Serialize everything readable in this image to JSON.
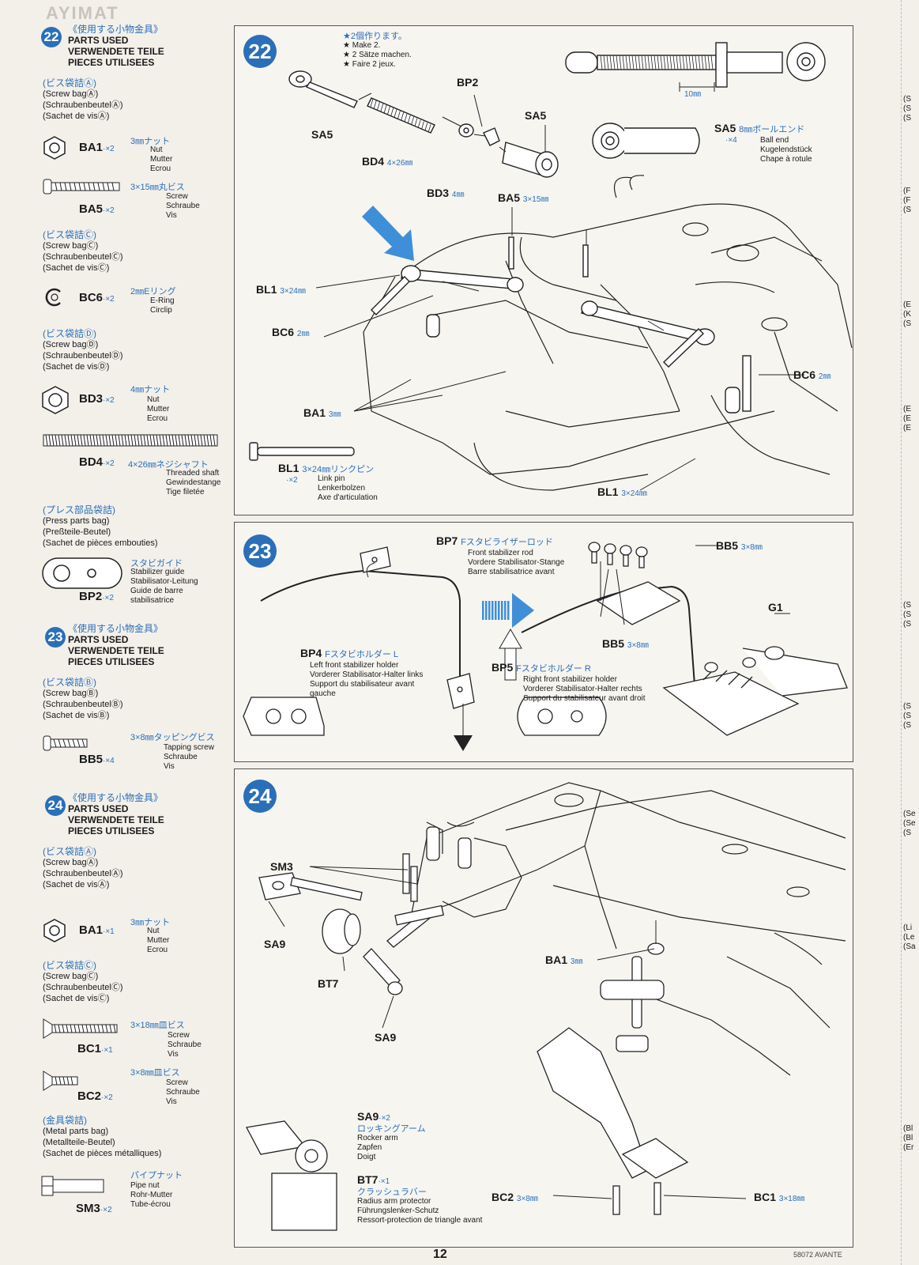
{
  "header": {
    "title": "AYIMAT"
  },
  "left": {
    "s22": {
      "num": "22",
      "title_jp": "《使用する小物金具》",
      "title_lines": [
        "PARTS USED",
        "VERWENDETE TEILE",
        "PIECES UTILISEES"
      ],
      "bag_a": {
        "jp": "(ビス袋詰Ⓐ)",
        "en": "(Screw bagⒶ)",
        "de": "(SchraubenbeutelⒶ)",
        "fr": "(Sachet de visⒶ)"
      },
      "ba1": {
        "code": "BA1",
        "qty": "·×2",
        "jp": "3㎜ナット",
        "tr": [
          "Nut",
          "Mutter",
          "Ecrou"
        ]
      },
      "ba5": {
        "code": "BA5",
        "qty": "·×2",
        "jp": "3×15㎜丸ビス",
        "tr": [
          "Screw",
          "Schraube",
          "Vis"
        ]
      },
      "bag_c": {
        "jp": "(ビス袋詰Ⓒ)",
        "en": "(Screw bagⒸ)",
        "de": "(SchraubenbeutelⒸ)",
        "fr": "(Sachet de visⒸ)"
      },
      "bc6": {
        "code": "BC6",
        "qty": "·×2",
        "jp": "2㎜Eリング",
        "tr": [
          "E-Ring",
          "Circlip"
        ]
      },
      "bag_d": {
        "jp": "(ビス袋詰Ⓓ)",
        "en": "(Screw bagⒹ)",
        "de": "(SchraubenbeutelⒹ)",
        "fr": "(Sachet de visⒹ)"
      },
      "bd3": {
        "code": "BD3",
        "qty": "·×2",
        "jp": "4㎜ナット",
        "tr": [
          "Nut",
          "Mutter",
          "Ecrou"
        ]
      },
      "bd4": {
        "code": "BD4",
        "qty": "·×2",
        "jp": "4×26㎜ネジシャフト",
        "tr": [
          "Threaded shaft",
          "Gewindestange",
          "Tige filetée"
        ]
      },
      "bag_p": {
        "jp": "(プレス部品袋詰)",
        "en": "(Press parts bag)",
        "de": "(Preßteile-Beutel)",
        "fr": "(Sachet de pièces embouties)"
      },
      "bp2": {
        "code": "BP2",
        "qty": "·×2",
        "jp": "スタビガイド",
        "tr": [
          "Stabilizer guide",
          "Stabilisator-Leitung",
          "Guide de barre",
          "stabilisatrice"
        ]
      }
    },
    "s23": {
      "num": "23",
      "title_jp": "《使用する小物金具》",
      "title_lines": [
        "PARTS USED",
        "VERWENDETE TEILE",
        "PIECES UTILISEES"
      ],
      "bag_b": {
        "jp": "(ビス袋詰Ⓑ)",
        "en": "(Screw bagⒷ)",
        "de": "(SchraubenbeutelⒷ)",
        "fr": "(Sachet de visⒷ)"
      },
      "bb5": {
        "code": "BB5",
        "qty": "·×4",
        "jp": "3×8㎜タッピングビス",
        "tr": [
          "Tapping screw",
          "Schraube",
          "Vis"
        ]
      }
    },
    "s24": {
      "num": "24",
      "title_jp": "《使用する小物金具》",
      "title_lines": [
        "PARTS USED",
        "VERWENDETE TEILE",
        "PIECES UTILISEES"
      ],
      "bag_a": {
        "jp": "(ビス袋詰Ⓐ)",
        "en": "(Screw bagⒶ)",
        "de": "(SchraubenbeutelⒶ)",
        "fr": "(Sachet de visⒶ)"
      },
      "ba1": {
        "code": "BA1",
        "qty": "·×1",
        "jp": "3㎜ナット",
        "tr": [
          "Nut",
          "Mutter",
          "Ecrou"
        ]
      },
      "bag_c": {
        "jp": "(ビス袋詰Ⓒ)",
        "en": "(Screw bagⒸ)",
        "de": "(SchraubenbeutelⒸ)",
        "fr": "(Sachet de visⒸ)"
      },
      "bc1": {
        "code": "BC1",
        "qty": "·×1",
        "jp": "3×18㎜皿ビス",
        "tr": [
          "Screw",
          "Schraube",
          "Vis"
        ]
      },
      "bc2": {
        "code": "BC2",
        "qty": "·×2",
        "jp": "3×8㎜皿ビス",
        "tr": [
          "Screw",
          "Schraube",
          "Vis"
        ]
      },
      "bag_m": {
        "jp": "(金具袋詰)",
        "en": "(Metal parts bag)",
        "de": "(Metallteile-Beutel)",
        "fr": "(Sachet de pièces métalliques)"
      },
      "sm3": {
        "code": "SM3",
        "qty": "·×2",
        "jp": "パイプナット",
        "tr": [
          "Pipe nut",
          "Rohr-Mutter",
          "Tube-écrou"
        ]
      }
    }
  },
  "p22": {
    "num": "22",
    "make_note": {
      "jp": "★2個作ります。",
      "lines": [
        "★ Make 2.",
        "★ 2 Sätze machen.",
        "★ Faire 2 jeux."
      ]
    },
    "dim": "10㎜",
    "labels": {
      "bp2": "BP2",
      "sa5a": "SA5",
      "sa5b": "SA5",
      "bd4": "BD4",
      "bd4_sz": "4×26㎜",
      "bd3": "BD3",
      "bd3_sz": "4㎜",
      "ba5": "BA5",
      "ba5_sz": "3×15㎜",
      "bl1a": "BL1",
      "bl1a_sz": "3×24㎜",
      "bc6a": "BC6",
      "bc6a_sz": "2㎜",
      "bc6b": "BC6",
      "bc6b_sz": "2㎜",
      "ba1": "BA1",
      "ba1_sz": "3㎜",
      "bl1c": "BL1",
      "bl1c_sz": "3×24㎜"
    },
    "sa5_desc": {
      "code": "SA5",
      "jp": "8㎜ボールエンド",
      "qty": "·×4",
      "tr": [
        "Ball end",
        "Kugelendstück",
        "Chape à rotule"
      ]
    },
    "bl1_desc": {
      "code": "BL1",
      "jp": "3×24㎜リンクピン",
      "qty": "·×2",
      "tr": [
        "Link pin",
        "Lenkerbolzen",
        "Axe d'articulation"
      ]
    }
  },
  "p23": {
    "num": "23",
    "bp7": {
      "code": "BP7",
      "jp": "Fスタビライザーロッド",
      "tr": [
        "Front stabilizer rod",
        "Vordere Stabilisator-Stange",
        "Barre stabilisatrice avant"
      ]
    },
    "bp4": {
      "code": "BP4",
      "jp": "Fスタビホルダー L",
      "tr": [
        "Left front stabilizer holder",
        "Vorderer Stabilisator-Halter links",
        "Support du stabilisateur avant",
        "gauche"
      ]
    },
    "bp5": {
      "code": "BP5",
      "jp": "Fスタビホルダー R",
      "tr": [
        "Right front stabilizer holder",
        "Vorderer Stabilisator-Halter rechts",
        "Support du stabilisateur avant droit"
      ]
    },
    "labels": {
      "bb5a": "BB5",
      "bb5a_sz": "3×8㎜",
      "bb5b": "BB5",
      "bb5b_sz": "3×8㎜",
      "g1": "G1"
    }
  },
  "p24": {
    "num": "24",
    "labels": {
      "sm3": "SM3",
      "sa9a": "SA9",
      "bt7": "BT7",
      "sa9b": "SA9",
      "ba1": "BA1",
      "ba1_sz": "3㎜",
      "bc2": "BC2",
      "bc2_sz": "3×8㎜",
      "bc1": "BC1",
      "bc1_sz": "3×18㎜"
    },
    "sa9_desc": {
      "code": "SA9",
      "qty": "·×2",
      "jp": "ロッキングアーム",
      "tr": [
        "Rocker arm",
        "Zapfen",
        "Doigt"
      ]
    },
    "bt7_desc": {
      "code": "BT7",
      "qty": "·×1",
      "jp": "クラッシュラバー",
      "tr": [
        "Radius arm protector",
        "Führungslenker-Schutz",
        "Ressort-protection de triangle avant"
      ]
    }
  },
  "footer": {
    "page": "12",
    "code": "58072 AVANTE"
  },
  "right_strip": [
    "(S",
    "(S",
    "(S",
    "(F",
    "(F",
    "(S",
    "(E",
    "(K",
    "(S",
    "(E",
    "(E",
    "(E",
    "(S",
    "(S",
    "(S",
    "(S",
    "(S",
    "(S",
    "(Se",
    "(Se",
    "(S",
    "(Li",
    "(Le",
    "(Sa",
    "(Bl",
    "(Bl",
    "(Er"
  ]
}
